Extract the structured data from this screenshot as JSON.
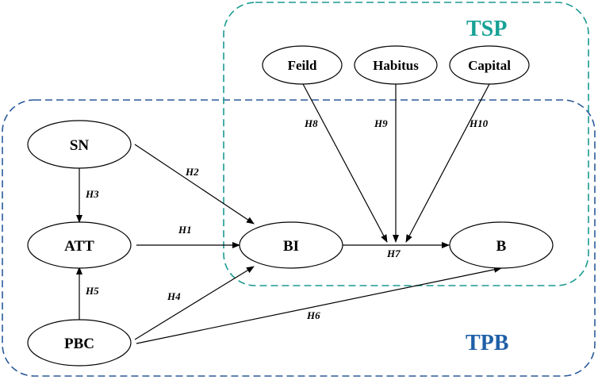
{
  "colors": {
    "tpb": "#2a5a9a",
    "tsp": "#1a9a90",
    "tpb_label": "#1f5fa8",
    "tsp_label": "#17a195",
    "edge": "#000000"
  },
  "groups": {
    "tsp": {
      "label": "TSP"
    },
    "tpb": {
      "label": "TPB"
    }
  },
  "nodes": {
    "feild": {
      "label": "Feild"
    },
    "habitus": {
      "label": "Habitus"
    },
    "capital": {
      "label": "Capital"
    },
    "sn": {
      "label": "SN"
    },
    "att": {
      "label": "ATT"
    },
    "pbc": {
      "label": "PBC"
    },
    "bi": {
      "label": "BI"
    },
    "b": {
      "label": "B"
    }
  },
  "edges": {
    "h1": {
      "label": "H1",
      "from": "ATT",
      "to": "BI"
    },
    "h2": {
      "label": "H2",
      "from": "SN",
      "to": "BI"
    },
    "h3": {
      "label": "H3",
      "from": "SN",
      "to": "ATT"
    },
    "h4": {
      "label": "H4",
      "from": "PBC",
      "to": "BI"
    },
    "h5": {
      "label": "H5",
      "from": "PBC",
      "to": "ATT"
    },
    "h6": {
      "label": "H6",
      "from": "PBC",
      "to": "B"
    },
    "h7": {
      "label": "H7",
      "from": "BI",
      "to": "B"
    },
    "h8": {
      "label": "H8",
      "from": "Feild",
      "to": "H7"
    },
    "h9": {
      "label": "H9",
      "from": "Habitus",
      "to": "H7"
    },
    "h10": {
      "label": "H10",
      "from": "Capital",
      "to": "H7"
    }
  }
}
